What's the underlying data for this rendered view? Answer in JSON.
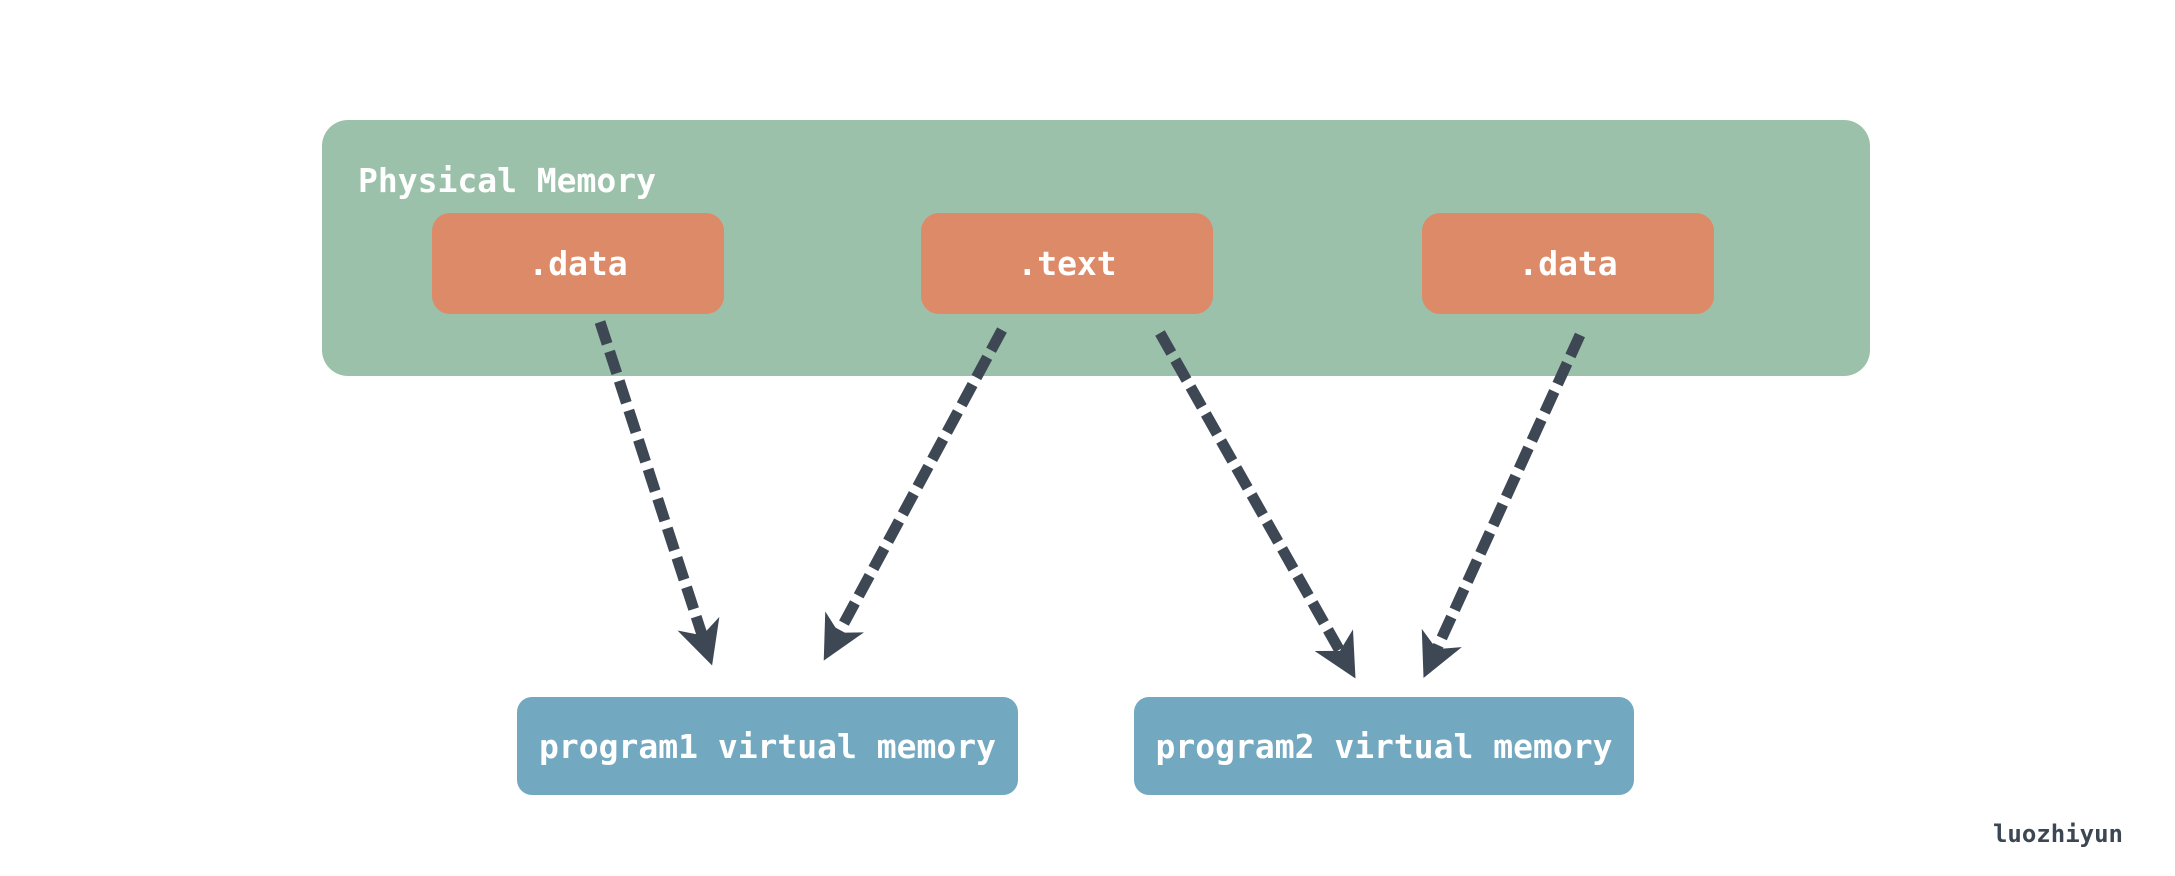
{
  "diagram": {
    "title": "Physical Memory",
    "segments": [
      {
        "label": ".data"
      },
      {
        "label": ".text"
      },
      {
        "label": ".data"
      }
    ],
    "programs": [
      {
        "label": "program1 virtual memory"
      },
      {
        "label": "program2 virtual memory"
      }
    ],
    "arrows": [
      {
        "from": "segment-data-1",
        "to": "program1-virtual-memory-box"
      },
      {
        "from": "segment-text",
        "to": "program1-virtual-memory-box"
      },
      {
        "from": "segment-text",
        "to": "program2-virtual-memory-box"
      },
      {
        "from": "segment-data-2",
        "to": "program2-virtual-memory-box"
      }
    ],
    "watermark": "luozhiyun"
  },
  "colors": {
    "background": "#ffffff",
    "physical_memory": "#9bc1aa",
    "segment": "#dc8a68",
    "program": "#72a9c1",
    "arrow": "#3e4855",
    "label_text": "#ffffff",
    "watermark": "#3d4653"
  }
}
